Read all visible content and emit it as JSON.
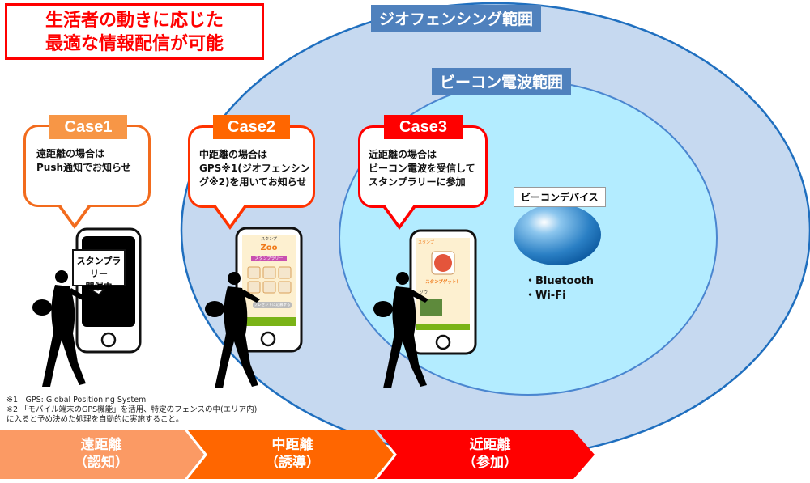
{
  "headline": {
    "line1": "生活者の動きに応じた",
    "line2": "最適な情報配信が可能"
  },
  "zones": {
    "geofencing_label": "ジオフェンシング範囲",
    "beacon_label": "ビーコン電波範囲",
    "colors": {
      "geofencing_fill": "#c6d9f0",
      "geofencing_stroke": "#1f6fbf",
      "beacon_fill": "#b3ecff",
      "beacon_stroke": "#4a86d0"
    }
  },
  "cases": [
    {
      "tag": "Case1",
      "text": "遠距離の場合は\nPush通知でお知らせ",
      "color": "#f79646",
      "border": "#f26b1d"
    },
    {
      "tag": "Case2",
      "text": "中距離の場合は\nGPS※1(ジオフェンシン\nグ※2)を用いてお知らせ",
      "color": "#ff6600",
      "border": "#ff3300"
    },
    {
      "tag": "Case3",
      "text": "近距離の場合は\nビーコン電波を受信して\nスタンプラリーに参加",
      "color": "#ff0000",
      "border": "#ff0000"
    }
  ],
  "phone1_popup": {
    "line1": "スタンプラリー",
    "line2": "開催中"
  },
  "phone2_screen": {
    "title": "スタンプ",
    "logo": "Zoo",
    "subtitle": "スタンプラリー",
    "button": "プレゼントに応募する"
  },
  "phone3_screen": {
    "back": "スタンプ",
    "got": "スタンプゲット！",
    "animal": "ゾウ"
  },
  "device": {
    "label": "ビーコンデバイス",
    "items": [
      "・Bluetooth",
      "・Wi-Fi"
    ]
  },
  "footnotes": [
    "※1　GPS:  Global Positioning System",
    "※2 「モバイル端末のGPS機能」を活用、特定のフェンスの中(エリア内)",
    "に入ると予め決めた処理を自動的に実施すること。"
  ],
  "steps": [
    {
      "line1": "遠距離",
      "line2": "（認知）",
      "color": "#fb9a64"
    },
    {
      "line1": "中距離",
      "line2": "（誘導）",
      "color": "#ff6600"
    },
    {
      "line1": "近距離",
      "line2": "（参加）",
      "color": "#ff0000"
    }
  ]
}
